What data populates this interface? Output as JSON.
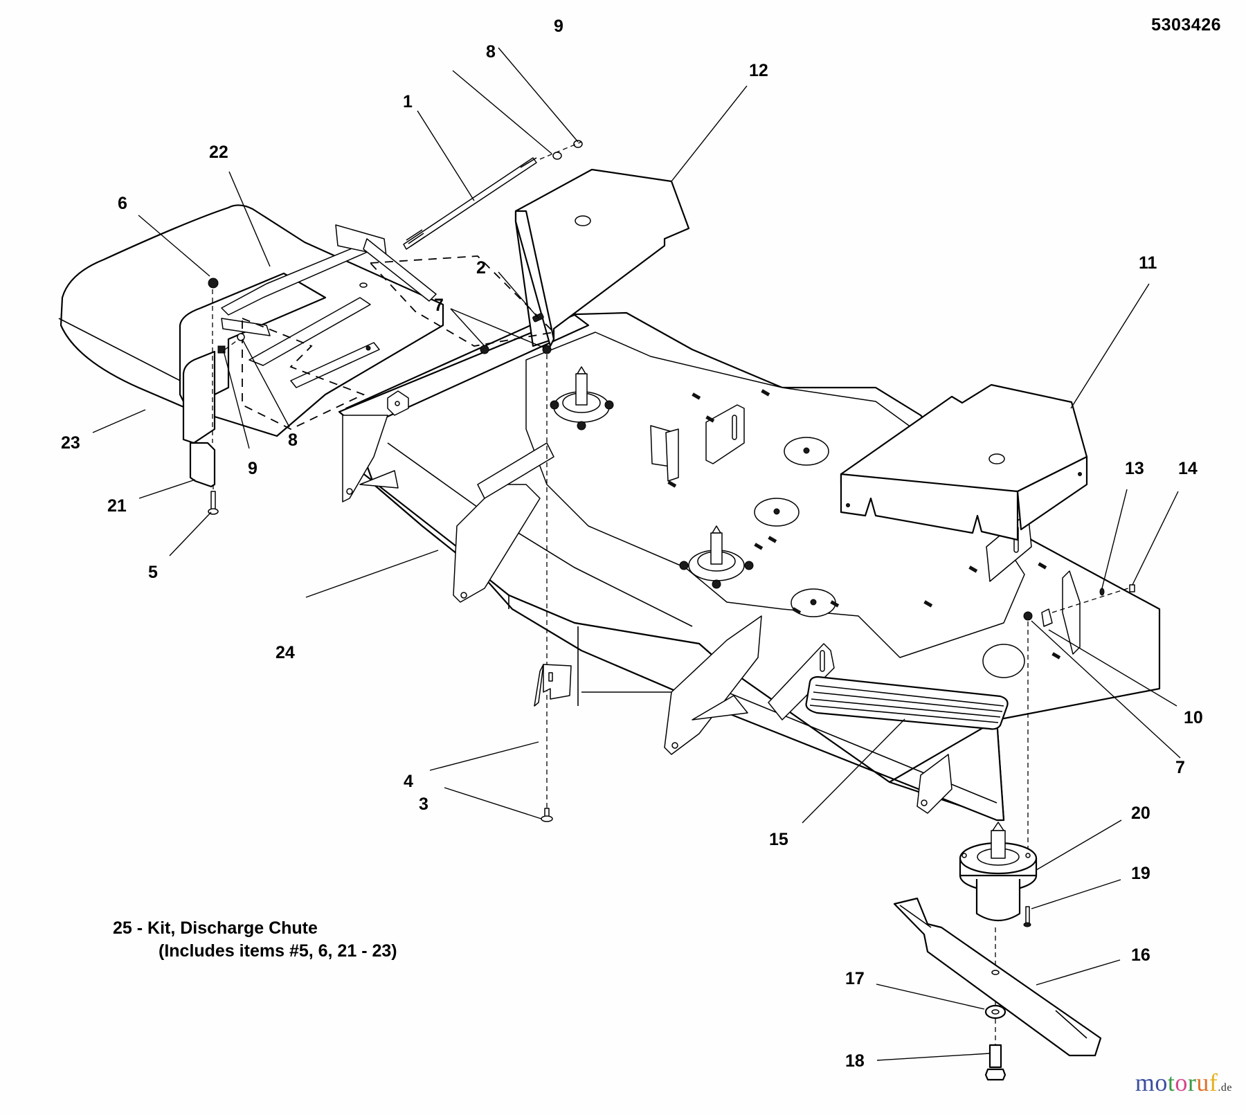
{
  "diagram": {
    "part_number": "5303426",
    "subject": "Mower deck assembly with discharge chute, exploded view",
    "callouts": [
      {
        "id": "c1",
        "label": "1",
        "part": "rod"
      },
      {
        "id": "c2",
        "label": "2",
        "part": "bolt"
      },
      {
        "id": "c3",
        "label": "3",
        "part": "bolt"
      },
      {
        "id": "c4",
        "label": "4",
        "part": "bracket"
      },
      {
        "id": "c5",
        "label": "5",
        "part": "bolt"
      },
      {
        "id": "c6",
        "label": "6",
        "part": "nut"
      },
      {
        "id": "c7a",
        "label": "7",
        "part": "nut"
      },
      {
        "id": "c7b",
        "label": "7",
        "part": "nut"
      },
      {
        "id": "c8a",
        "label": "8",
        "part": "washer"
      },
      {
        "id": "c8b",
        "label": "8",
        "part": "washer"
      },
      {
        "id": "c9a",
        "label": "9",
        "part": "nut"
      },
      {
        "id": "c9b",
        "label": "9",
        "part": "nut"
      },
      {
        "id": "c10",
        "label": "10",
        "part": "bracket"
      },
      {
        "id": "c11",
        "label": "11",
        "part": "belt-cover-right"
      },
      {
        "id": "c12",
        "label": "12",
        "part": "belt-cover-left"
      },
      {
        "id": "c13",
        "label": "13",
        "part": "washer"
      },
      {
        "id": "c14",
        "label": "14",
        "part": "pin"
      },
      {
        "id": "c15",
        "label": "15",
        "part": "step-pad"
      },
      {
        "id": "c16",
        "label": "16",
        "part": "blade"
      },
      {
        "id": "c17",
        "label": "17",
        "part": "washer"
      },
      {
        "id": "c18",
        "label": "18",
        "part": "blade-bolt"
      },
      {
        "id": "c19",
        "label": "19",
        "part": "screw"
      },
      {
        "id": "c20",
        "label": "20",
        "part": "spindle-assembly"
      },
      {
        "id": "c21",
        "label": "21",
        "part": "chute-bracket"
      },
      {
        "id": "c22",
        "label": "22",
        "part": "chute-deflector-rod"
      },
      {
        "id": "c23",
        "label": "23",
        "part": "discharge-chute"
      },
      {
        "id": "c24",
        "label": "24",
        "part": "mower-deck"
      }
    ],
    "kit_note": {
      "line1": "25 - Kit, Discharge Chute",
      "line2": "(Includes items #5, 6, 21 - 23)"
    },
    "watermark": {
      "letters": [
        "m",
        "o",
        "t",
        "o",
        "r",
        "u",
        "f"
      ],
      "colors": [
        "#3b4fa0",
        "#3b4fa0",
        "#3c9a45",
        "#d6458a",
        "#3c9a45",
        "#e0702a",
        "#e8b020"
      ],
      "tld": ".de"
    }
  }
}
